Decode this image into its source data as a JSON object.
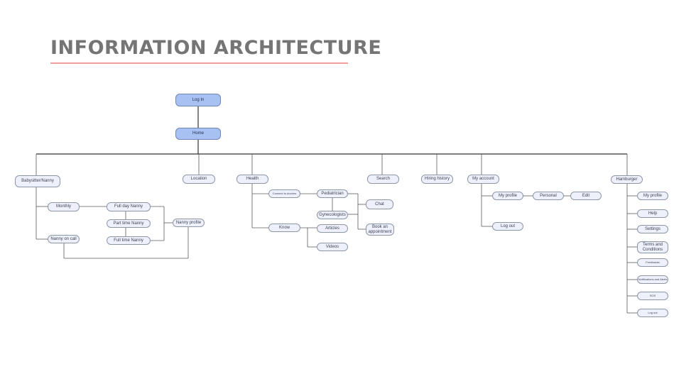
{
  "page": {
    "title": "INFORMATION ARCHITECTURE"
  },
  "nodes": {
    "login": "Log In",
    "home": "Home",
    "babysitter": "Babysitter/Nanny",
    "location": "Location",
    "health": "Health",
    "search": "Search",
    "hiring_history": "Hiring history",
    "my_account": "My account",
    "hamburger": "Hamburger",
    "monthly": "Monthly",
    "nanny_on_call": "Nanny on call",
    "full_day": "Full day Nanny",
    "part_time": "Part time Nanny",
    "full_time": "Full time Nanny",
    "nanny_profile": "Nanny profile",
    "connect_doctors": "Connect to doctors",
    "pediatrician": "Pediatrician",
    "gynecologists": "Gynecologists",
    "chat": "Chat",
    "book_appointment": "Book an appointment",
    "know": "Know",
    "articles": "Articles",
    "videos": "Videos",
    "acc_my_profile": "My profile",
    "personal": "Personal",
    "edit": "Edit",
    "acc_log_out": "Log out",
    "hb_my_profile": "My profile",
    "help": "Help",
    "settings": "Settings",
    "terms": "Terms and Conditions",
    "feedbacks": "Feedbacks",
    "notifications": "Notifications and Alerts",
    "sos": "SOS",
    "hb_log_out": "Log out"
  },
  "colors": {
    "primary_node": "#a8c1f3",
    "node": "#eef1fb",
    "line": "#5a5a5a",
    "accent_underline": "#f0a0a0",
    "title": "#757575"
  }
}
